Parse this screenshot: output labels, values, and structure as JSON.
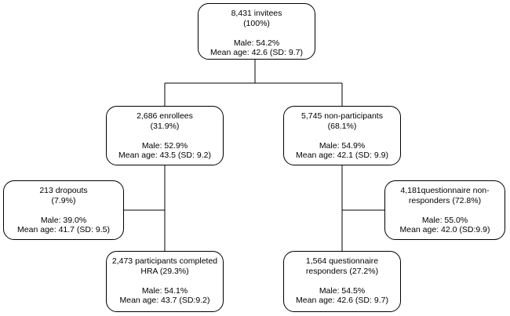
{
  "nodes": {
    "invitees": {
      "line1": "8,431 invitees",
      "line2": "(100%)",
      "male": "Male: 54.2%",
      "age": "Mean age: 42.6 (SD: 9.7)"
    },
    "enrollees": {
      "line1": "2,686 enrollees",
      "line2": "(31.9%)",
      "male": "Male: 52.9%",
      "age": "Mean age: 43.5 (SD: 9.2)"
    },
    "non_participants": {
      "line1": "5,745 non-participants",
      "line2": "(68.1%)",
      "male": "Male: 54.9%",
      "age": "Mean age: 42.1 (SD: 9.9)"
    },
    "dropouts": {
      "line1": "213 dropouts",
      "line2": "(7.9%)",
      "male": "Male: 39.0%",
      "age": "Mean age: 41.7 (SD: 9.5)"
    },
    "completed_hra": {
      "line1": "2,473 participants completed",
      "line2": "HRA (29.3%)",
      "male": "Male: 54.1%",
      "age": "Mean age: 43.7 (SD:9.2)"
    },
    "questionnaire_non_responders": {
      "line1": "4,181questionnaire non-",
      "line2": "responders (72.8%)",
      "male": "Male: 55.0%",
      "age": "Mean age: 42.0 (SD:9.9)"
    },
    "questionnaire_responders": {
      "line1": "1,564 questionnaire",
      "line2": "responders (27.2%)",
      "male": "Male: 54.5%",
      "age": "Mean age: 42.6 (SD: 9.7)"
    }
  }
}
